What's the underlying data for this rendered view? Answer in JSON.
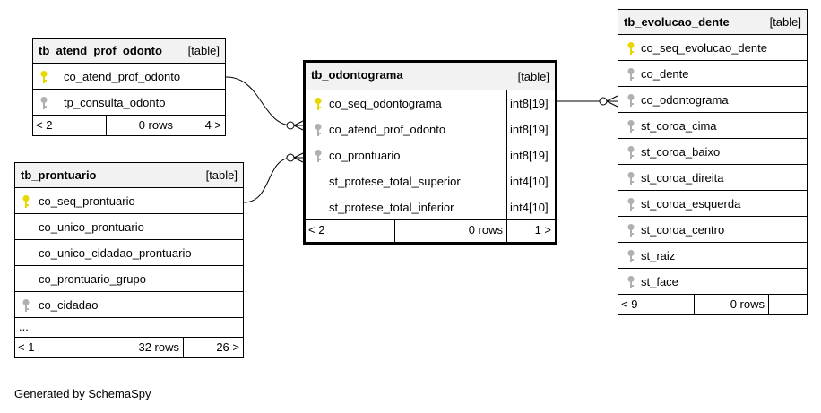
{
  "colors": {
    "pk_key": "#e8d800",
    "fk_key": "#b0b0b0",
    "header_bg": "#f2f2f2"
  },
  "tables": {
    "atend": {
      "name": "tb_atend_prof_odonto",
      "kind": "[table]",
      "cols": [
        {
          "name": "co_atend_prof_odonto",
          "icon": "primary-key-icon"
        },
        {
          "name": "tp_consulta_odonto",
          "icon": "foreign-key-icon"
        }
      ],
      "footer": {
        "left": "< 2",
        "mid": "0 rows",
        "right": "4 >"
      }
    },
    "prontuario": {
      "name": "tb_prontuario",
      "kind": "[table]",
      "cols": [
        {
          "name": "co_seq_prontuario",
          "icon": "primary-key-icon"
        },
        {
          "name": "co_unico_prontuario",
          "icon": ""
        },
        {
          "name": "co_unico_cidadao_prontuario",
          "icon": ""
        },
        {
          "name": "co_prontuario_grupo",
          "icon": ""
        },
        {
          "name": "co_cidadao",
          "icon": "foreign-key-icon"
        }
      ],
      "more": "...",
      "footer": {
        "left": "< 1",
        "mid": "32 rows",
        "right": "26 >"
      }
    },
    "odontograma": {
      "name": "tb_odontograma",
      "kind": "[table]",
      "cols": [
        {
          "name": "co_seq_odontograma",
          "type": "int8[19]",
          "icon": "primary-key-icon"
        },
        {
          "name": "co_atend_prof_odonto",
          "type": "int8[19]",
          "icon": "foreign-key-icon"
        },
        {
          "name": "co_prontuario",
          "type": "int8[19]",
          "icon": "foreign-key-icon"
        },
        {
          "name": "st_protese_total_superior",
          "type": "int4[10]",
          "icon": ""
        },
        {
          "name": "st_protese_total_inferior",
          "type": "int4[10]",
          "icon": ""
        }
      ],
      "footer": {
        "left": "< 2",
        "mid": "0 rows",
        "right": "1 >"
      }
    },
    "evolucao": {
      "name": "tb_evolucao_dente",
      "kind": "[table]",
      "cols": [
        {
          "name": "co_seq_evolucao_dente",
          "icon": "primary-key-icon"
        },
        {
          "name": "co_dente",
          "icon": "foreign-key-icon"
        },
        {
          "name": "co_odontograma",
          "icon": "foreign-key-icon"
        },
        {
          "name": "st_coroa_cima",
          "icon": "foreign-key-icon"
        },
        {
          "name": "st_coroa_baixo",
          "icon": "foreign-key-icon"
        },
        {
          "name": "st_coroa_direita",
          "icon": "foreign-key-icon"
        },
        {
          "name": "st_coroa_esquerda",
          "icon": "foreign-key-icon"
        },
        {
          "name": "st_coroa_centro",
          "icon": "foreign-key-icon"
        },
        {
          "name": "st_raiz",
          "icon": "foreign-key-icon"
        },
        {
          "name": "st_face",
          "icon": "foreign-key-icon"
        }
      ],
      "footer": {
        "left": "< 9",
        "mid": "0 rows",
        "right": ""
      }
    }
  },
  "generated_by": "Generated by SchemaSpy"
}
